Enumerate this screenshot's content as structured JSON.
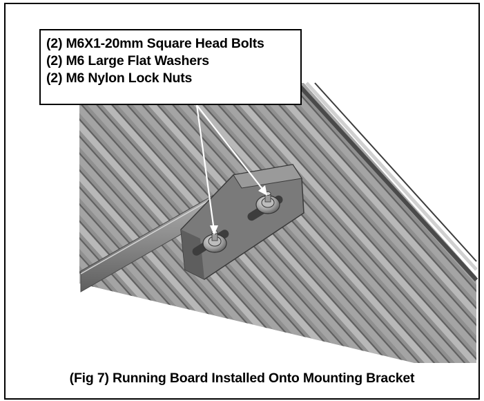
{
  "callout": {
    "lines": [
      "(2) M6X1-20mm Square Head Bolts",
      "(2) M6 Large Flat Washers",
      "(2) M6 Nylon Lock Nuts"
    ]
  },
  "caption": "(Fig 7) Running Board Installed Onto Mounting Bracket",
  "colors": {
    "board_base": "#8c8c8c",
    "board_light": "#c4c4c4",
    "board_dark": "#5a5a5a",
    "bracket": "#6e6e6e",
    "arrow": "#ffffff",
    "border": "#000000"
  },
  "parts": {
    "board": "running-board",
    "bracket": "mounting-bracket",
    "fasteners": [
      "bolt-nut-lower",
      "bolt-nut-upper"
    ]
  }
}
